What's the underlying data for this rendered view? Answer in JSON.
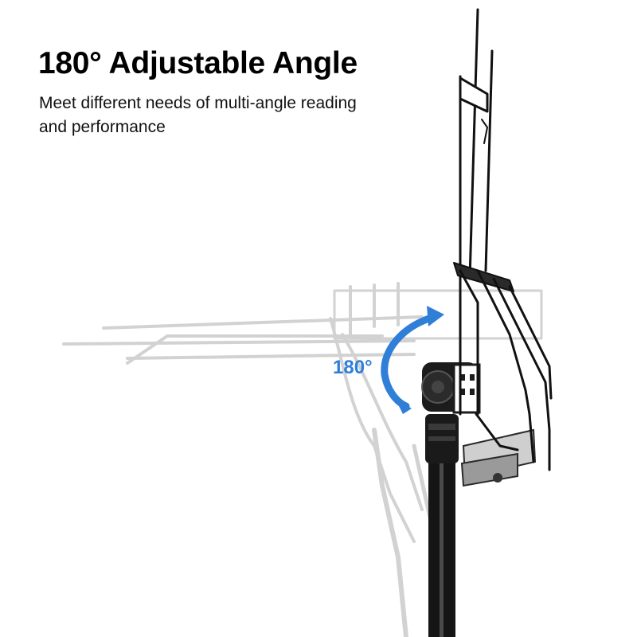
{
  "headline": "180° Adjustable Angle",
  "subtext": "Meet different needs of multi-angle reading and performance",
  "angle_label": "180°",
  "colors": {
    "accent": "#2f7fd8",
    "stand": "#111111",
    "ghost": "#d0d0d0",
    "background": "#ffffff"
  }
}
